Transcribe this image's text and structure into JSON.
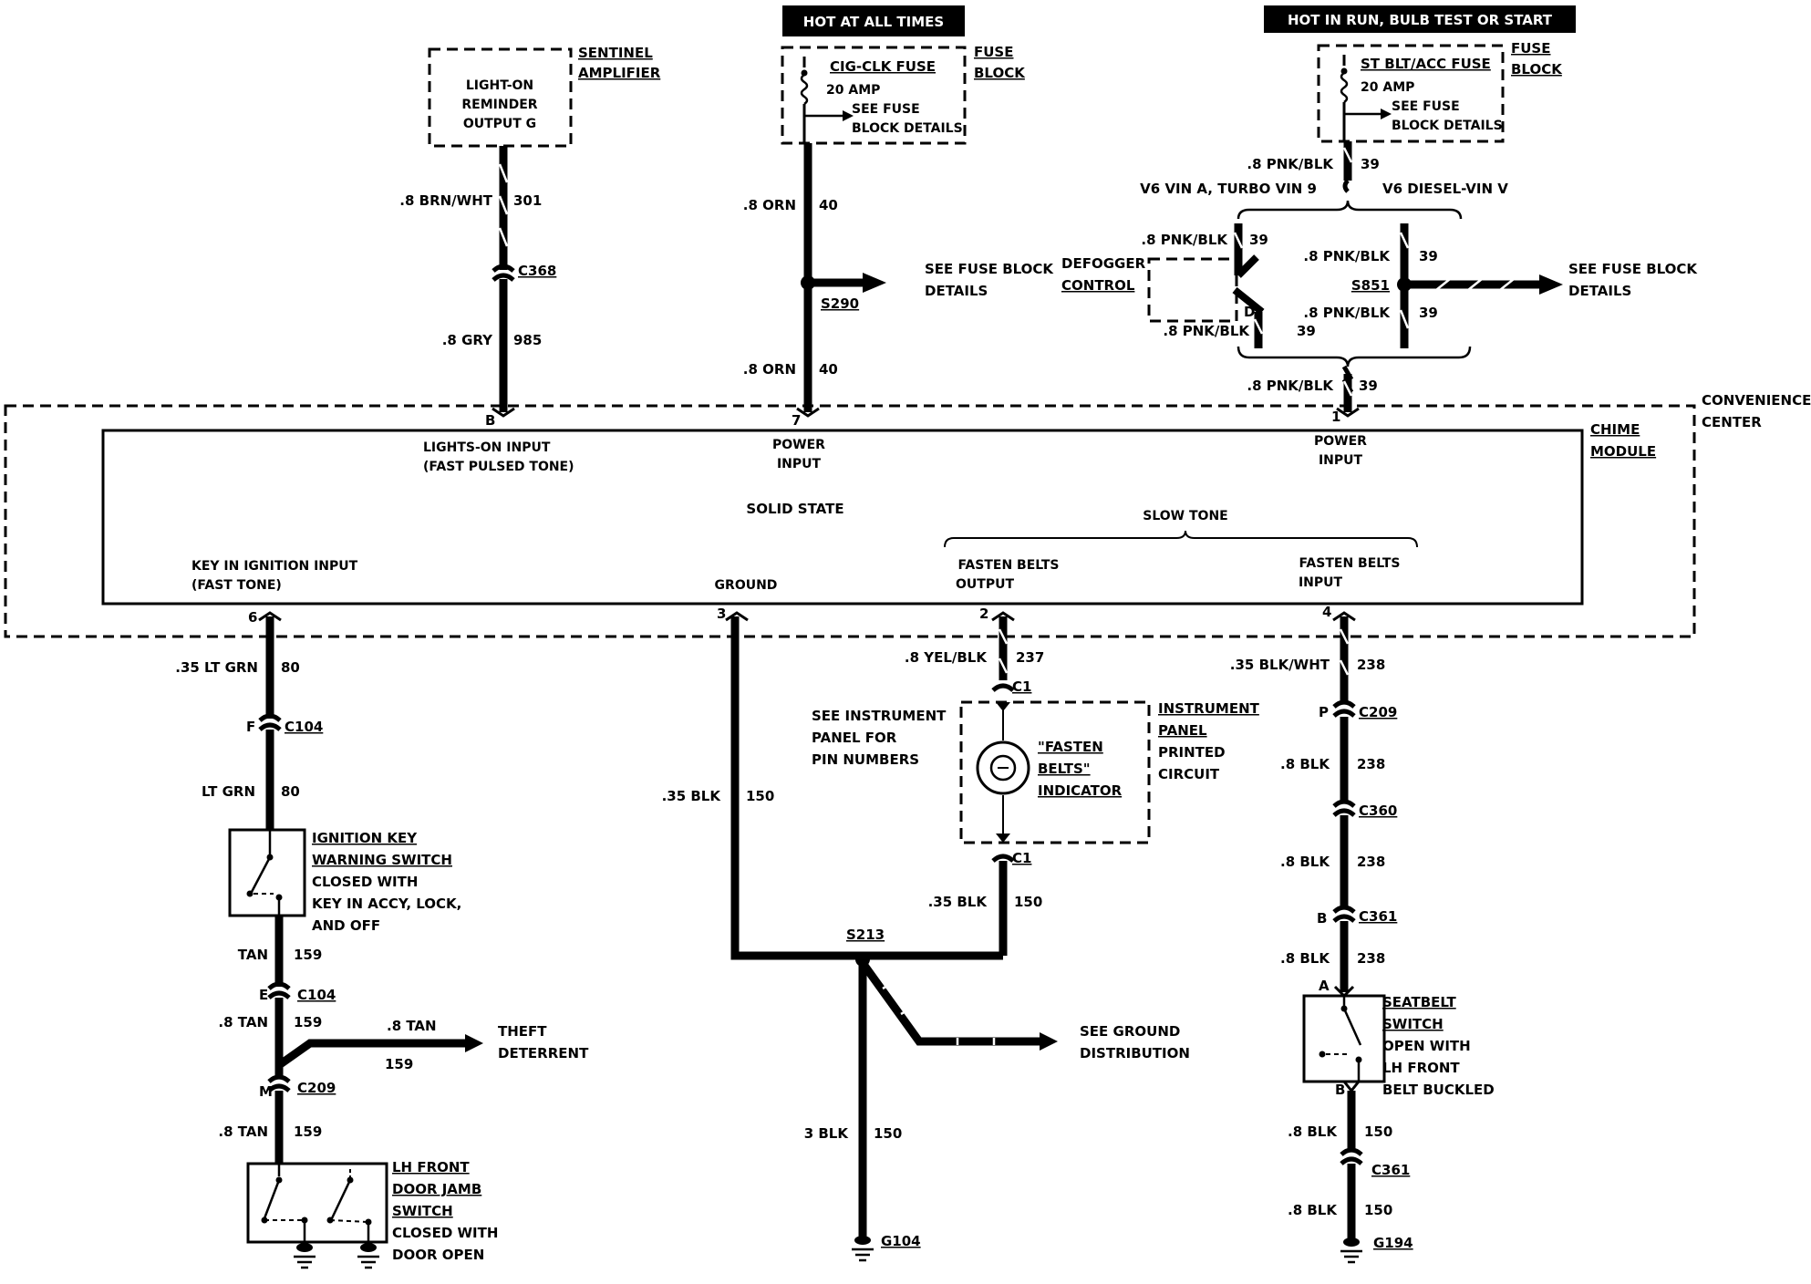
{
  "headers": {
    "hot_at_all_times": "HOT AT ALL TIMES",
    "hot_in_run": "HOT IN RUN,  BULB TEST OR START"
  },
  "sentinel": {
    "title1": "SENTINEL",
    "title2": "AMPLIFIER",
    "line1": "LIGHT-ON",
    "line2": "REMINDER",
    "line3": "OUTPUT G"
  },
  "fuse_cig": {
    "name": "CIG-CLK FUSE",
    "amp": "20 AMP",
    "see1": "SEE FUSE",
    "see2": "BLOCK DETAILS",
    "block1": "FUSE",
    "block2": "BLOCK"
  },
  "fuse_st": {
    "name": "ST BLT/ACC FUSE",
    "amp": "20 AMP",
    "see1": "SEE FUSE",
    "see2": "BLOCK DETAILS",
    "block1": "FUSE",
    "block2": "BLOCK"
  },
  "wires": {
    "brn_wht": ".8 BRN/WHT",
    "n301": "301",
    "c368": "C368",
    "gry": ".8 GRY",
    "n985": "985",
    "orn1": ".8 ORN",
    "n40a": "40",
    "s290": "S290",
    "orn2": ".8 ORN",
    "n40b": "40",
    "pnk_top": ".8 PNK/BLK",
    "n39_top": "39",
    "v6_vina": "V6 VIN A, TURBO VIN 9",
    "v6_diesel": "V6 DIESEL-VIN V",
    "pnk_l1": ".8 PNK/BLK",
    "n39_l1": "39",
    "pnk_r1": ".8 PNK/BLK",
    "n39_r1": "39",
    "s851": "S851",
    "pnk_r2": ".8 PNK/BLK",
    "n39_r2": "39",
    "pnk_l2": ".8 PNK/BLK",
    "n39_l2": "39",
    "pnk_bot": ".8 PNK/BLK",
    "n39_bot": "39",
    "defogger1": "DEFOGGER",
    "defogger2": "CONTROL",
    "d_pin": "D",
    "see_fuse_a1": "SEE FUSE BLOCK",
    "see_fuse_a2": "DETAILS",
    "see_fuse_b1": "SEE FUSE BLOCK",
    "see_fuse_b2": "DETAILS"
  },
  "module": {
    "conv1": "CONVENIENCE",
    "conv2": "CENTER",
    "chime1": "CHIME",
    "chime2": "MODULE",
    "pin_b": "B",
    "pin_7": "7",
    "pin_1": "1",
    "lights_on1": "LIGHTS-ON INPUT",
    "lights_on2": "(FAST PULSED TONE)",
    "power1": "POWER",
    "power2": "INPUT",
    "power3": "POWER",
    "power4": "INPUT",
    "solid": "SOLID STATE",
    "slow": "SLOW TONE",
    "key1": "KEY IN IGNITION INPUT",
    "key2": "(FAST TONE)",
    "ground": "GROUND",
    "fb_out1": "FASTEN BELTS",
    "fb_out2": "OUTPUT",
    "fb_in1": "FASTEN BELTS",
    "fb_in2": "INPUT",
    "pin_6": "6",
    "pin_3": "3",
    "pin_2": "2",
    "pin_4": "4"
  },
  "left_branch": {
    "lt_grn1": ".35 LT GRN",
    "n80a": "80",
    "f_pin": "F",
    "c104a": "C104",
    "lt_grn2": "LT GRN",
    "n80b": "80",
    "ign1": "IGNITION KEY",
    "ign2": "WARNING SWITCH",
    "ign3": "CLOSED WITH",
    "ign4": "KEY IN ACCY, LOCK,",
    "ign5": "AND OFF",
    "tan1": "TAN",
    "n159a": "159",
    "e_pin": "E",
    "c104b": "C104",
    "tan2": ".8 TAN",
    "n159b": "159",
    "tan3": ".8 TAN",
    "n159c": "159",
    "theft1": "THEFT",
    "theft2": "DETERRENT",
    "m_pin": "M",
    "c209a": "C209",
    "tan4": ".8 TAN",
    "n159d": "159",
    "door1": "LH FRONT",
    "door2": "DOOR JAMB",
    "door3": "SWITCH",
    "door4": "CLOSED WITH",
    "door5": "DOOR OPEN"
  },
  "ground_branch": {
    "blk35": ".35 BLK",
    "n150a": "150",
    "s213": "S213",
    "see_gnd1": "SEE GROUND",
    "see_gnd2": "DISTRIBUTION",
    "blk3": "3 BLK",
    "n150b": "150",
    "g104": "G104"
  },
  "indicator": {
    "yel_blk": ".8 YEL/BLK",
    "n237": "237",
    "c1a": "C1",
    "see_ip1": "SEE INSTRUMENT",
    "see_ip2": "PANEL FOR",
    "see_ip3": "PIN NUMBERS",
    "fasten1": "\"FASTEN",
    "fasten2": "BELTS\"",
    "fasten3": "INDICATOR",
    "ip1": "INSTRUMENT",
    "ip2": "PANEL",
    "ip3": "PRINTED",
    "ip4": "CIRCUIT",
    "c1b": "C1",
    "blk35": ".35 BLK",
    "n150": "150"
  },
  "right_branch": {
    "blk_wht": ".35 BLK/WHT",
    "n238a": "238",
    "p_pin": "P",
    "c209": "C209",
    "blk1": ".8 BLK",
    "n238b": "238",
    "c360": "C360",
    "blk2": ".8 BLK",
    "n238c": "238",
    "b_pin1": "B",
    "c361a": "C361",
    "blk3": ".8 BLK",
    "n238d": "238",
    "a_pin": "A",
    "seat1": "SEATBELT",
    "seat2": "SWITCH",
    "seat3": "OPEN WITH",
    "seat4": "LH  FRONT",
    "seat5": "BELT BUCKLED",
    "b_pin2": "B",
    "blk4": ".8 BLK",
    "n150a": "150",
    "c361b": "C361",
    "blk5": ".8 BLK",
    "n150b": "150",
    "g194": "G194"
  }
}
